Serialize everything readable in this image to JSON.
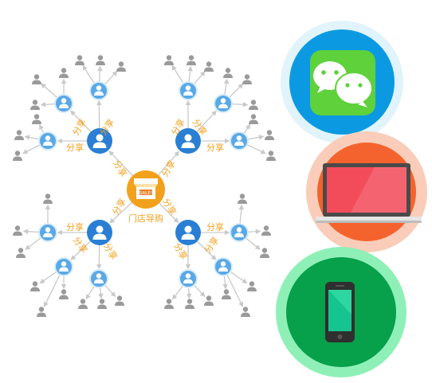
{
  "center": {
    "store_label": "门店导购",
    "sign_text": "SALE!"
  },
  "share_label": "分享",
  "colors": {
    "accent": "#f2a11d",
    "hub": "#2a7fd4",
    "tier2": "#5aa9e6",
    "person": "#9a9a9a",
    "line": "#c9c9c9"
  },
  "devices": [
    {
      "name": "wechat",
      "outer": "#e1f3fb",
      "inner": "#0b9ae1"
    },
    {
      "name": "laptop",
      "outer": "#f9cdb9",
      "inner": "#f4632d"
    },
    {
      "name": "phone",
      "outer": "#8ff0b7",
      "inner": "#07a04b"
    }
  ]
}
